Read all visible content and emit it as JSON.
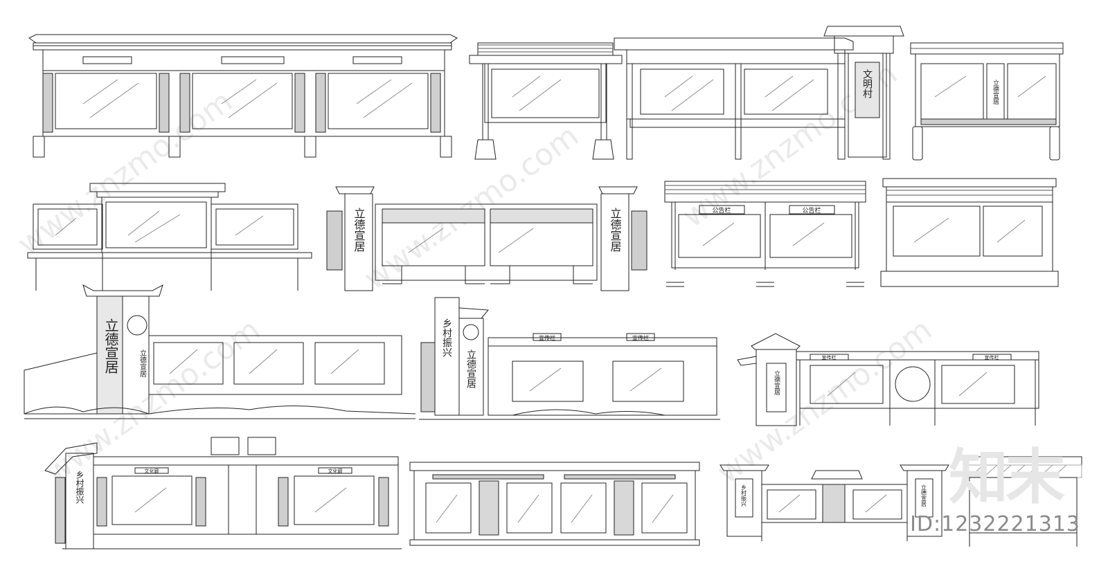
{
  "drawing": {
    "title": "",
    "colors": {
      "line": "#222222",
      "glass": "#888888",
      "watermark": "#d9d9d9",
      "id_text": "#8a8a8a"
    }
  },
  "watermarks": {
    "site": "www.znzmo.com",
    "brand": "知末",
    "id": "ID:1232221313"
  },
  "labels": {
    "vertical_a": "立德宣居",
    "vertical_b": "乡村振兴",
    "vertical_c": "文明村",
    "board_a": "公告栏",
    "board_b": "宣传栏",
    "board_c": "文化廊",
    "board_d": "宣传栏"
  },
  "boards": [
    {
      "name": "triple-pavilion-board"
    },
    {
      "name": "single-roof-board"
    },
    {
      "name": "double-board-with-gate"
    },
    {
      "name": "tiled-double-board"
    },
    {
      "name": "stepped-triple-board"
    },
    {
      "name": "twin-pillar-double-board"
    },
    {
      "name": "notice-double-board"
    },
    {
      "name": "simple-double-board"
    },
    {
      "name": "landscape-wall-board"
    },
    {
      "name": "propaganda-wall-board"
    },
    {
      "name": "round-window-board"
    },
    {
      "name": "culture-gallery-board"
    },
    {
      "name": "lattice-double-board"
    },
    {
      "name": "small-gate-board"
    },
    {
      "name": "logo-board"
    }
  ]
}
